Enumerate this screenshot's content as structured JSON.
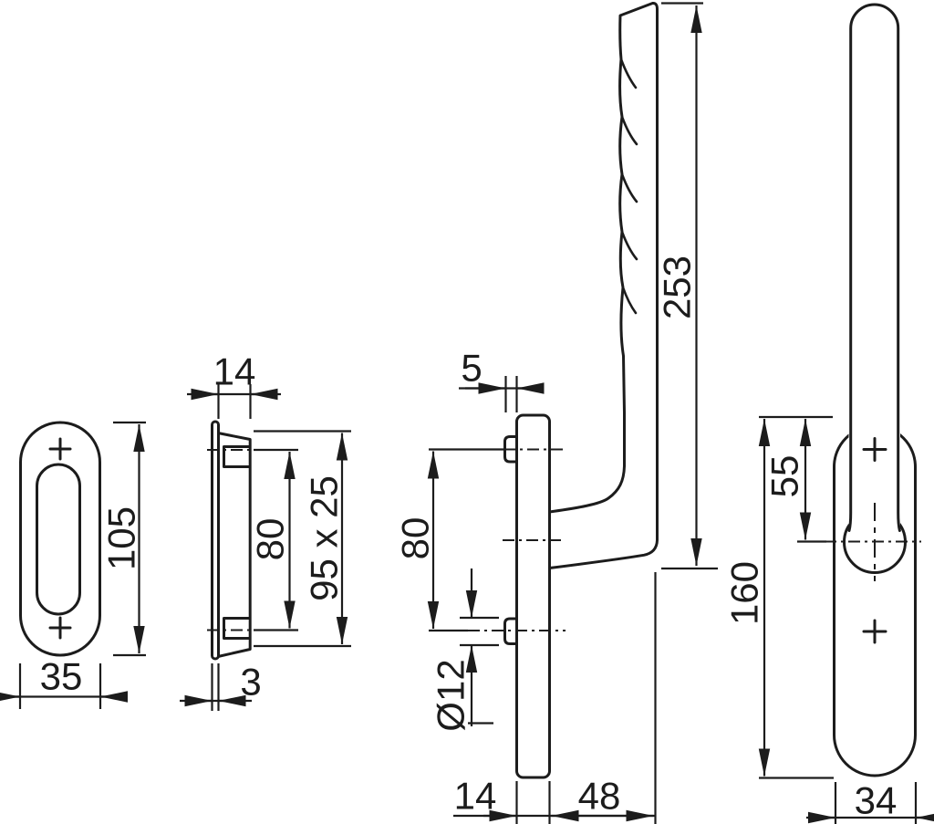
{
  "drawing": {
    "background": "#ffffff",
    "line_color": "#1c1c1c",
    "views": {
      "flush_pull_front": {
        "dims": {
          "height": "105",
          "width": "35"
        }
      },
      "flush_pull_side": {
        "dims": {
          "depth": "14",
          "plate_thickness": "3",
          "hole_spacing": "80",
          "recess_size": "95 x 25"
        }
      },
      "handle_side": {
        "dims": {
          "lug_projection": "5",
          "hole_spacing": "80",
          "lug_diameter": "Ø12",
          "plate_depth": "14",
          "grip_offset": "48",
          "grip_length": "253"
        }
      },
      "handle_front": {
        "dims": {
          "top_to_pivot": "55",
          "plate_height": "160",
          "plate_width": "34"
        }
      }
    }
  }
}
